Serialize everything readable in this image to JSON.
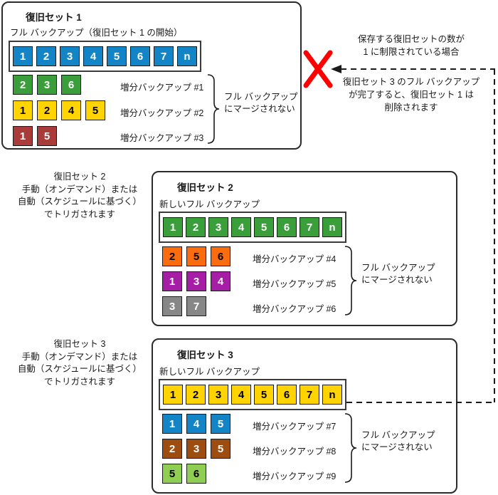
{
  "colors": {
    "blue": "#1385C6",
    "green": "#3A9E3A",
    "yellow": "#FFD400",
    "dark_red": "#A93B3B",
    "orange": "#FB6C0F",
    "purple": "#A51EA5",
    "gray": "#878787",
    "brown": "#9E4D10",
    "light_green": "#8FCE52",
    "x_mark": "#FF0000",
    "line": "#1a1a1a"
  },
  "sets": {
    "set1": {
      "title": "復旧セット 1",
      "subtitle": "フル バックアップ（復旧セット 1 の開始）",
      "full_backup": {
        "blocks": [
          "1",
          "2",
          "3",
          "4",
          "5",
          "6",
          "7",
          "n"
        ],
        "bg": "#1385C6",
        "fg": "#FFFFFF"
      },
      "incrementals": [
        {
          "blocks": [
            "2",
            "3",
            "6"
          ],
          "bg": "#3A9E3A",
          "fg": "#FFFFFF",
          "label": "増分バックアップ #1"
        },
        {
          "blocks": [
            "1",
            "2",
            "4",
            "5"
          ],
          "bg": "#FFD400",
          "fg": "#000000",
          "label": "増分バックアップ #2"
        },
        {
          "blocks": [
            "1",
            "5"
          ],
          "bg": "#A93B3B",
          "fg": "#FFFFFF",
          "label": "増分バックアップ #3"
        }
      ],
      "merge_note": "フル バックアップ\nにマージされない"
    },
    "set2": {
      "title": "復旧セット 2",
      "subtitle": "新しいフル バックアップ",
      "full_backup": {
        "blocks": [
          "1",
          "2",
          "3",
          "4",
          "5",
          "6",
          "7",
          "n"
        ],
        "bg": "#3A9E3A",
        "fg": "#FFFFFF"
      },
      "incrementals": [
        {
          "blocks": [
            "2",
            "5",
            "6"
          ],
          "bg": "#FB6C0F",
          "fg": "#000000",
          "label": "増分バックアップ #4"
        },
        {
          "blocks": [
            "1",
            "3",
            "4"
          ],
          "bg": "#A51EA5",
          "fg": "#FFFFFF",
          "label": "増分バックアップ #5"
        },
        {
          "blocks": [
            "3",
            "7"
          ],
          "bg": "#878787",
          "fg": "#FFFFFF",
          "label": "増分バックアップ #6"
        }
      ],
      "merge_note": "フル バックアップ\nにマージされない"
    },
    "set3": {
      "title": "復旧セット 3",
      "subtitle": "新しいフル バックアップ",
      "full_backup": {
        "blocks": [
          "1",
          "2",
          "3",
          "4",
          "5",
          "6",
          "7",
          "n"
        ],
        "bg": "#FFD400",
        "fg": "#000000"
      },
      "incrementals": [
        {
          "blocks": [
            "1",
            "4",
            "5"
          ],
          "bg": "#1385C6",
          "fg": "#FFFFFF",
          "label": "増分バックアップ #7"
        },
        {
          "blocks": [
            "2",
            "3",
            "5"
          ],
          "bg": "#9E4D10",
          "fg": "#FFFFFF",
          "label": "増分バックアップ #8"
        },
        {
          "blocks": [
            "5",
            "6"
          ],
          "bg": "#8FCE52",
          "fg": "#000000",
          "label": "増分バックアップ #9"
        }
      ],
      "merge_note": "フル バックアップ\nにマージされない"
    }
  },
  "annotations": {
    "set2_trigger": "復旧セット 2\n手動（オンデマンド）または\n自動（スケジュールに基づく）\nでトリガされます",
    "set3_trigger": "復旧セット 3\n手動（オンデマンド）または\n自動（スケジュールに基づく）\nでトリガされます",
    "limit_note": "保存する復旧セットの数が\n1 に制限されている場合",
    "delete_note": "復旧セット 3 のフル バックアップ\nが完了すると、復旧セット 1 は\n削除されます"
  }
}
